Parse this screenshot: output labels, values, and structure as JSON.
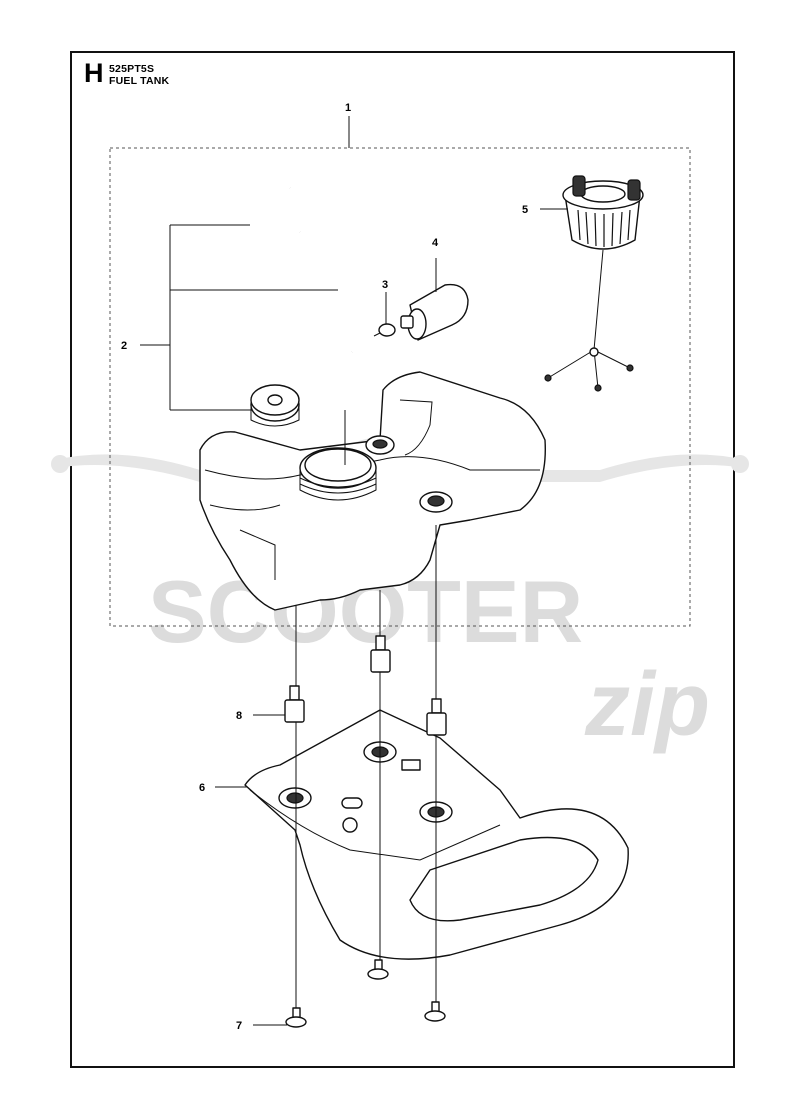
{
  "header": {
    "section_letter": "H",
    "model": "525PT5S",
    "title": "FUEL TANK"
  },
  "watermark": {
    "brand": "SCOOTER",
    "script": "zip"
  },
  "callouts": [
    {
      "id": "1",
      "label": "1"
    },
    {
      "id": "2",
      "label": "2"
    },
    {
      "id": "3",
      "label": "3"
    },
    {
      "id": "4",
      "label": "4"
    },
    {
      "id": "5",
      "label": "5"
    },
    {
      "id": "6",
      "label": "6"
    },
    {
      "id": "7",
      "label": "7"
    },
    {
      "id": "8",
      "label": "8"
    }
  ],
  "colors": {
    "line": "#111111",
    "watermark": "#dcdcdc"
  }
}
